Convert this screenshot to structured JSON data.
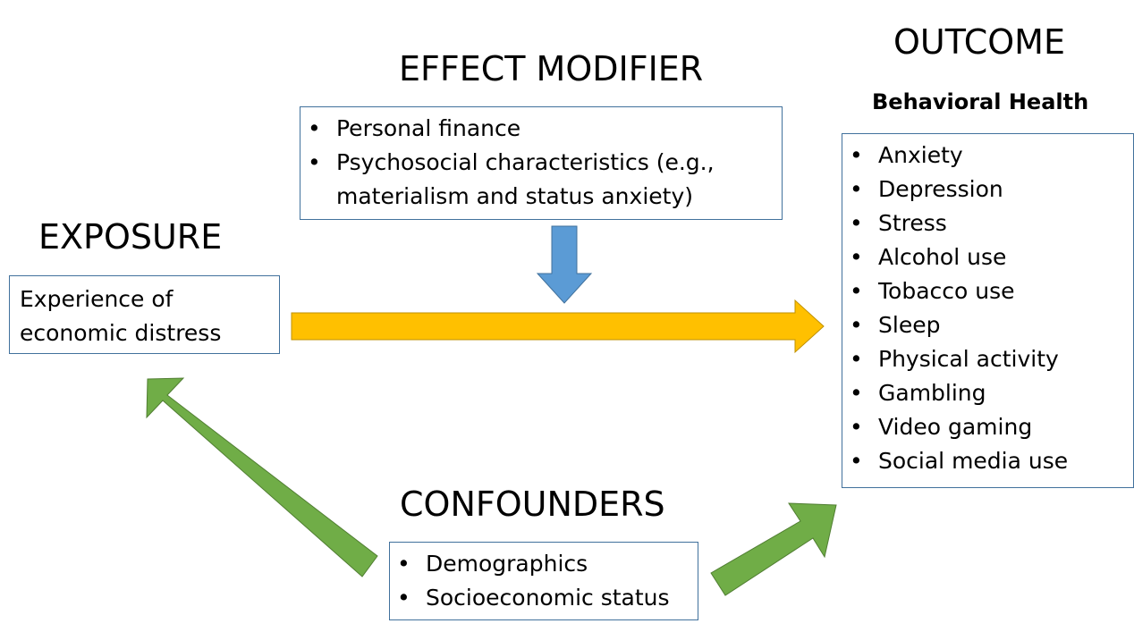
{
  "exposure": {
    "heading": "EXPOSURE",
    "text": "Experience of economic distress"
  },
  "effect_modifier": {
    "heading": "EFFECT MODIFIER",
    "items": [
      "Personal finance",
      "Psychosocial characteristics (e.g., materialism and status anxiety)"
    ]
  },
  "outcome": {
    "heading": "OUTCOME",
    "subheading": "Behavioral Health",
    "items": [
      "Anxiety",
      "Depression",
      "Stress",
      "Alcohol use",
      "Tobacco use",
      "Sleep",
      "Physical activity",
      "Gambling",
      "Video gaming",
      "Social media use"
    ]
  },
  "confounders": {
    "heading": "CONFOUNDERS",
    "items": [
      "Demographics",
      "Socioeconomic status"
    ]
  },
  "colors": {
    "box_border": "#41719C",
    "main_arrow": "#FFC000",
    "modifier_arrow": "#5B9BD5",
    "confounder_arrow": "#70AD47"
  }
}
